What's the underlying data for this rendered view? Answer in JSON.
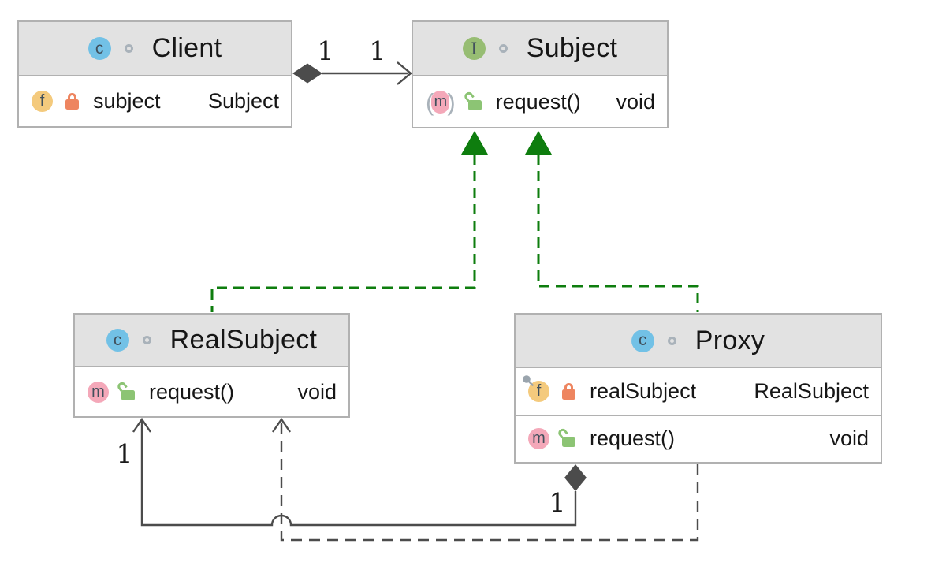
{
  "colors": {
    "node_header_bg": "#e2e2e2",
    "node_body_bg": "#ffffff",
    "node_border": "#b1b1b1",
    "edge_gray": "#4c4c4c",
    "realization_green": "#0e7d0e",
    "class_icon_blue": "#72c1e6",
    "interface_icon_green": "#97bd73",
    "field_icon_yellow": "#f4ca7d",
    "method_icon_pink": "#f4a8b9",
    "private_lock_orange": "#ee8560",
    "public_lock_green": "#8cc474",
    "muted_gray": "#a9b2ba"
  },
  "icons": {
    "class_letter": "c",
    "interface_letter": "I",
    "field_letter": "f",
    "method_letter": "m",
    "abstract_paren_open": "(",
    "abstract_paren_close": ")"
  },
  "classes": {
    "client": {
      "name": "Client",
      "members": [
        {
          "name": "subject",
          "type": "Subject"
        }
      ]
    },
    "subject": {
      "name": "Subject",
      "members": [
        {
          "name": "request()",
          "type": "void"
        }
      ]
    },
    "realSubject": {
      "name": "RealSubject",
      "members": [
        {
          "name": "request()",
          "type": "void"
        }
      ]
    },
    "proxy": {
      "name": "Proxy",
      "members": [
        {
          "name": "realSubject",
          "type": "RealSubject"
        },
        {
          "name": "request()",
          "type": "void"
        }
      ]
    }
  },
  "edges": {
    "client_to_subject": {
      "type": "aggregation",
      "source_label": "1",
      "target_label": "1"
    },
    "realSubject_implements_subject": {
      "type": "realization"
    },
    "proxy_implements_subject": {
      "type": "realization"
    },
    "proxy_to_realSubject": {
      "type": "aggregation",
      "source_label": "1",
      "target_label": "1"
    },
    "proxy_creates_realSubject": {
      "type": "dependency"
    }
  }
}
